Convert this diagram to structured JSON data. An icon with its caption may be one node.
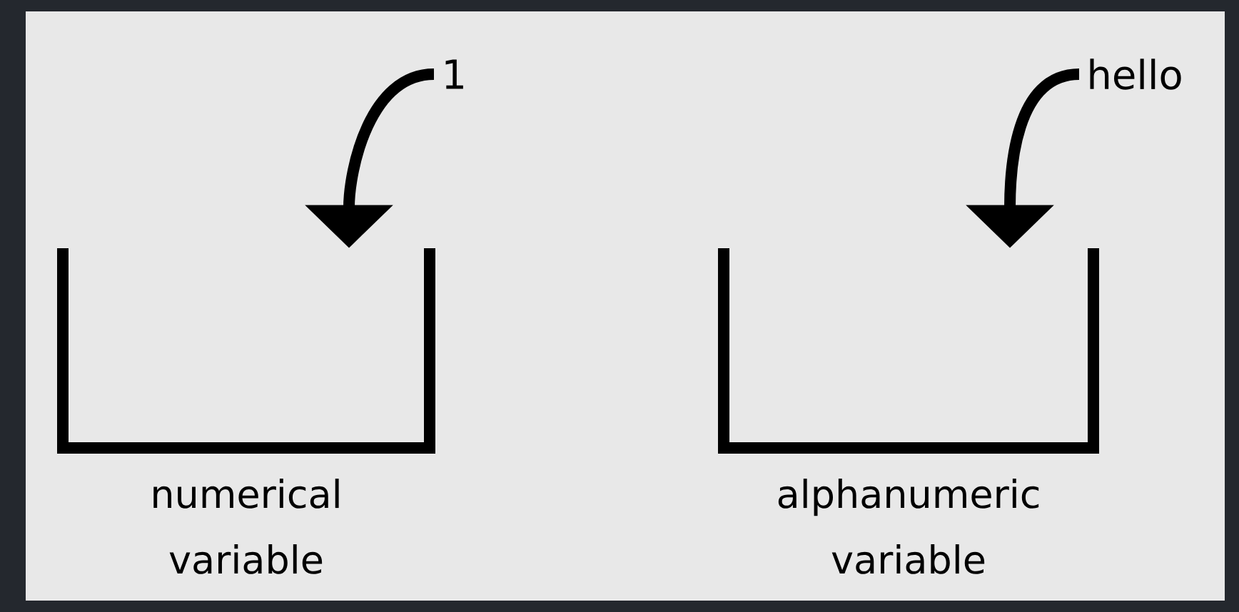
{
  "diagram": {
    "nodes": [
      {
        "text": [
          "1"
        ]
      },
      {
        "text": [],
        "shape": "container",
        "beside": [
          "numerical variable"
        ]
      },
      {
        "text": [
          "hello"
        ]
      },
      {
        "text": [],
        "shape": "container",
        "beside": [
          "alphanumeric variable"
        ]
      }
    ],
    "edges": [
      {
        "from": 0,
        "to": 1,
        "arrow": "to"
      },
      {
        "from": 2,
        "to": 3,
        "arrow": "to"
      }
    ]
  }
}
